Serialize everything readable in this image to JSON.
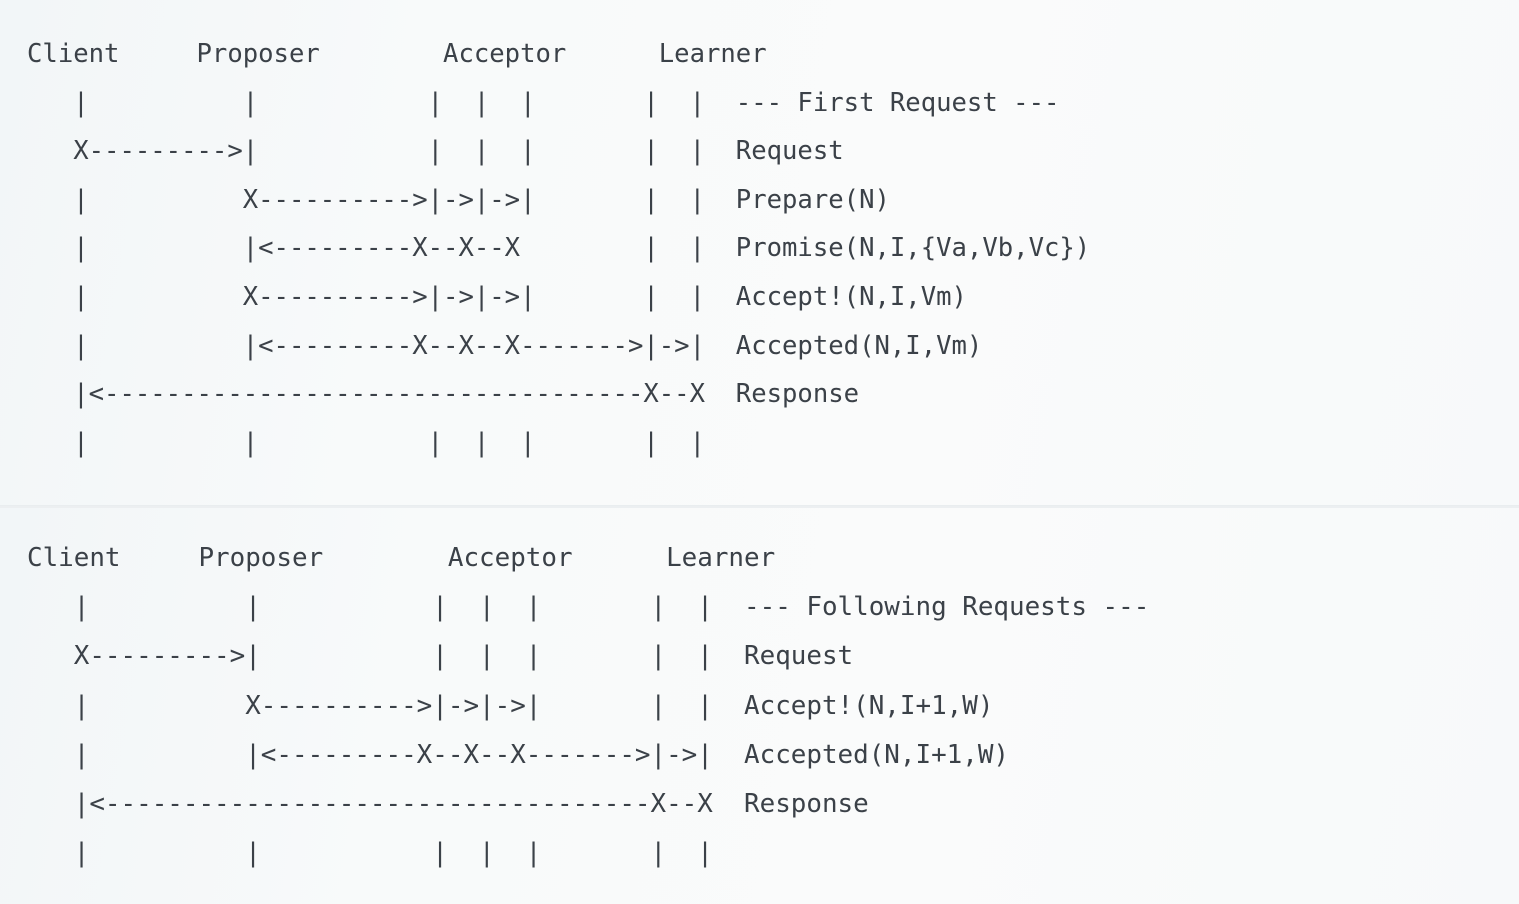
{
  "meta": {
    "title": "Paxos Protocol Message Flow",
    "background_color": "#f6f8f9",
    "text_color": "#3b4148",
    "divider_color": "#e9edef",
    "font_style": "monospace-ascii-art"
  },
  "panels": [
    {
      "id": "first-request",
      "section_label": "--- First Request ---",
      "roles": [
        "Client",
        "Proposer",
        "Acceptor",
        "Learner"
      ],
      "messages": [
        "Request",
        "Prepare(N)",
        "Promise(N,I,{Va,Vb,Vc})",
        "Accept!(N,I,Vm)",
        "Accepted(N,I,Vm)",
        "Response"
      ],
      "header_line": "Client     Proposer        Acceptor      Learner",
      "ascii": "Client     Proposer        Acceptor      Learner\n   |          |           |  |  |       |  |  --- First Request ---\n   X--------->|           |  |  |       |  |  Request\n   |          X---------->|->|->|       |  |  Prepare(N)\n   |          |<---------X--X--X        |  |  Promise(N,I,{Va,Vb,Vc})\n   |          X---------->|->|->|       |  |  Accept!(N,I,Vm)\n   |          |<---------X--X--X------->|->|  Accepted(N,I,Vm)\n   |<-----------------------------------X--X  Response\n   |          |           |  |  |       |  |"
    },
    {
      "id": "following-requests",
      "section_label": "--- Following Requests ---",
      "roles": [
        "Client",
        "Proposer",
        "Acceptor",
        "Learner"
      ],
      "messages": [
        "Request",
        "Accept!(N,I+1,W)",
        "Accepted(N,I+1,W)",
        "Response"
      ],
      "header_line": "Client     Proposer        Acceptor      Learner",
      "ascii": "Client     Proposer        Acceptor      Learner\n   |          |           |  |  |       |  |  --- Following Requests ---\n   X--------->|           |  |  |       |  |  Request\n   |          X---------->|->|->|       |  |  Accept!(N,I+1,W)\n   |          |<---------X--X--X------->|->|  Accepted(N,I+1,W)\n   |<-----------------------------------X--X  Response\n   |          |           |  |  |       |  |"
    }
  ]
}
